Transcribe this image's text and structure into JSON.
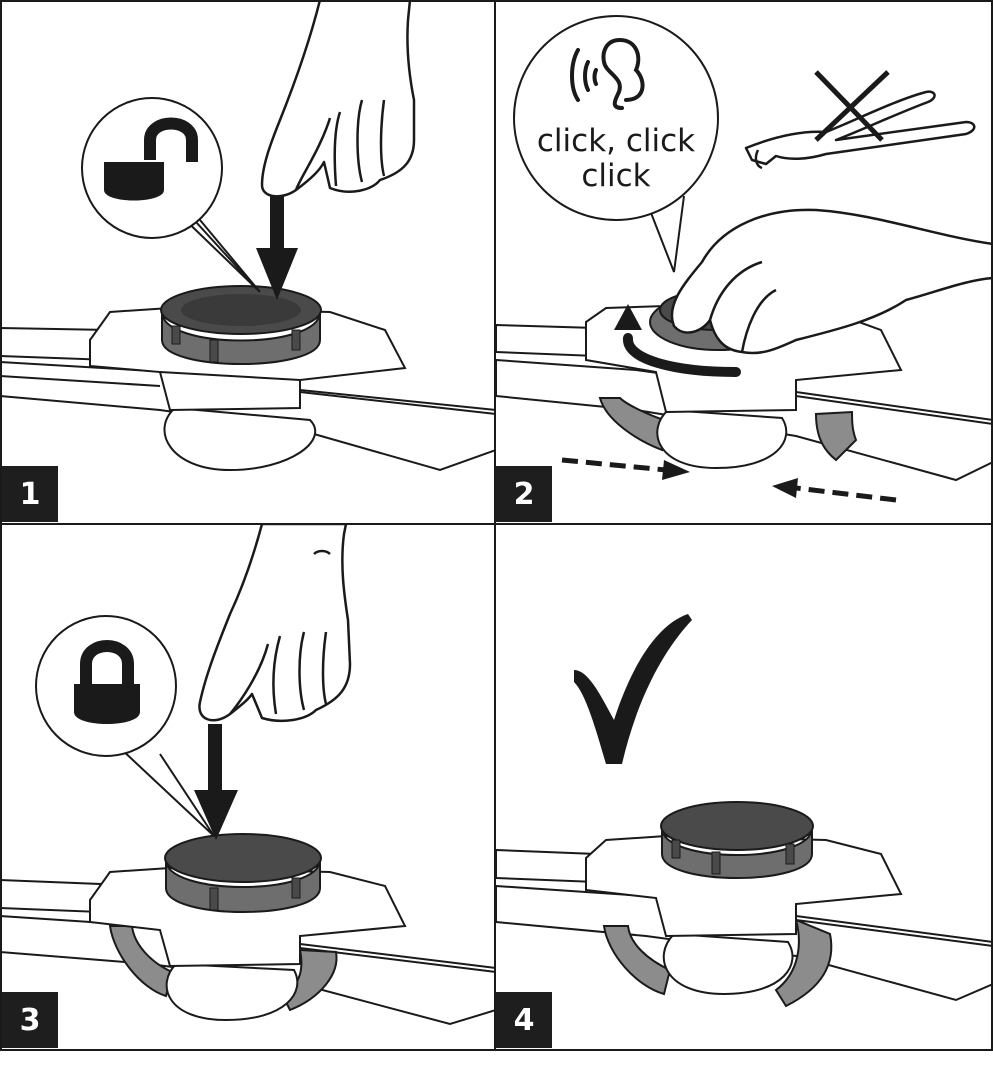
{
  "steps": [
    {
      "number": "1",
      "lock_icon": "unlock-icon"
    },
    {
      "number": "2",
      "bubble_line1": "click, click",
      "bubble_line2": "click",
      "sound_icon": "ear-sound-icon",
      "forbidden_tool_icon": "pliers-crossed-icon"
    },
    {
      "number": "3",
      "lock_icon": "lock-icon"
    },
    {
      "number": "4",
      "result_icon": "checkmark-icon"
    }
  ],
  "colors": {
    "ink": "#1a1a1a",
    "dial_top": "#4a4a4a",
    "dial_grip": "#6e6e6e",
    "strap": "#8c8c8c",
    "badge_bg": "#1e1e1e"
  }
}
